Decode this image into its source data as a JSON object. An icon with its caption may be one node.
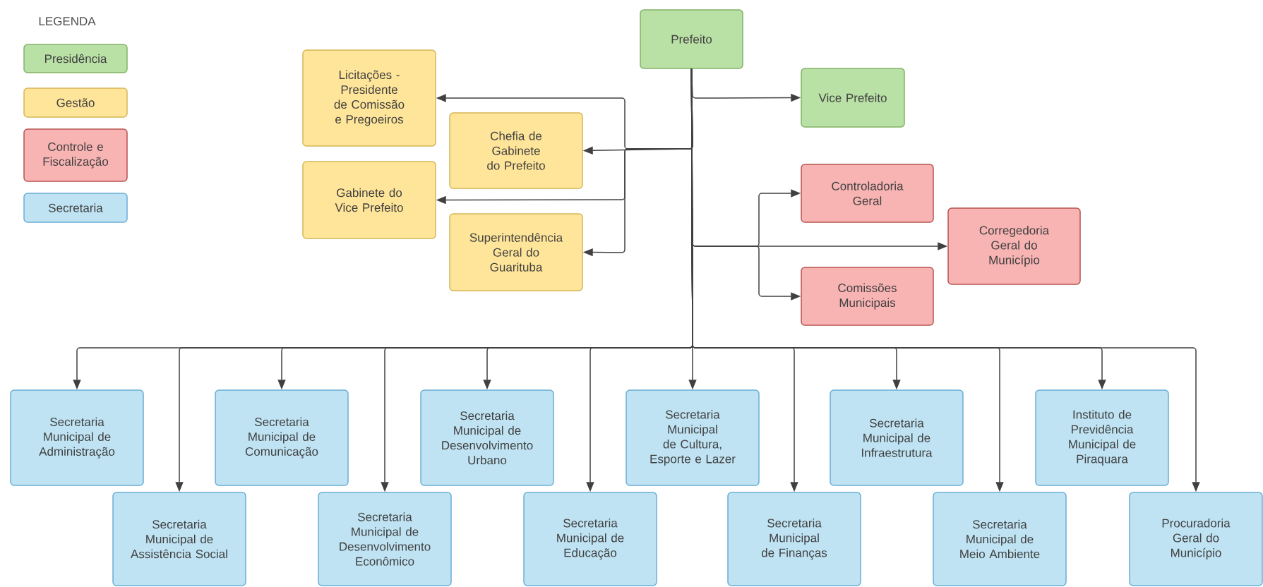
{
  "diagram": {
    "nodes": [
      {
        "text": [
          "Prefeito"
        ]
      },
      {
        "text": [
          "Licitações - Presidente de Comissão e Pregoeiros"
        ]
      },
      {
        "text": [
          "Vice Prefeito"
        ]
      },
      {
        "text": [
          "Chefia de Gabinete do Prefeito"
        ]
      },
      {
        "text": [
          "Gabinete do Vice Prefeito"
        ]
      },
      {
        "text": [
          "Controladoria Geral"
        ]
      },
      {
        "text": [
          "Superintendência Geral do Guarituba"
        ]
      },
      {
        "text": [
          "Corregedoria Geral do Município"
        ]
      },
      {
        "text": [
          "Comissões Municipais"
        ]
      },
      {
        "text": [
          "Secretaria Municipal de Administração"
        ]
      },
      {
        "text": [
          "Secretaria Municipal de Comunicação"
        ]
      },
      {
        "text": [
          "Secretaria Municipal de Desenvolvimento Urbano"
        ]
      },
      {
        "text": [
          "Secretaria Municipal de Cultura, Esporte e Lazer"
        ]
      },
      {
        "text": [
          "Secretaria Municipal de Infraestrutura"
        ]
      },
      {
        "text": [
          "Instituto de Previdência Municipal de Piraquara"
        ]
      },
      {
        "text": [
          "Secretaria Municipal de Assistência Social"
        ]
      },
      {
        "text": [
          "Secretaria Municipal de Desenvolvimento Econômico"
        ]
      },
      {
        "text": [
          "Secretaria Municipal de Educação"
        ]
      },
      {
        "text": [
          "Secretaria Municipal de Finanças"
        ]
      },
      {
        "text": [
          "Secretaria Municipal de Meio Ambiente"
        ]
      },
      {
        "text": [
          "Procuradoria Geral do Município"
        ]
      }
    ],
    "edges": [
      {
        "from": 0,
        "to": 2,
        "arrow": "to"
      },
      {
        "from": 0,
        "to": 1,
        "arrow": "to"
      },
      {
        "from": 0,
        "to": 3,
        "arrow": "to"
      },
      {
        "from": 0,
        "to": 4,
        "arrow": "to"
      },
      {
        "from": 0,
        "to": 6,
        "arrow": "to"
      },
      {
        "from": 0,
        "to": 5,
        "arrow": "to"
      },
      {
        "from": 0,
        "to": 7,
        "arrow": "to"
      },
      {
        "from": 0,
        "to": 8,
        "arrow": "to"
      },
      {
        "from": 0,
        "to": 9,
        "arrow": "to"
      },
      {
        "from": 0,
        "to": 15,
        "arrow": "to"
      },
      {
        "from": 0,
        "to": 10,
        "arrow": "to"
      },
      {
        "from": 0,
        "to": 16,
        "arrow": "to"
      },
      {
        "from": 0,
        "to": 11,
        "arrow": "to"
      },
      {
        "from": 0,
        "to": 17,
        "arrow": "to"
      },
      {
        "from": 0,
        "to": 12,
        "arrow": "to"
      },
      {
        "from": 0,
        "to": 18,
        "arrow": "to"
      },
      {
        "from": 0,
        "to": 13,
        "arrow": "to"
      },
      {
        "from": 0,
        "to": 19,
        "arrow": "to"
      },
      {
        "from": 0,
        "to": 14,
        "arrow": "to"
      },
      {
        "from": 0,
        "to": 20,
        "arrow": "to"
      }
    ],
    "labels": [
      "LEGENDA"
    ],
    "legend": [
      {
        "text": "Presidência",
        "color": "#b9e0a5"
      },
      {
        "text": "Gestão",
        "color": "#ffe599"
      },
      {
        "text": "Controle e Fiscalização",
        "color": "#f8b3b3"
      },
      {
        "text": "Secretaria",
        "color": "#bfe3f3"
      }
    ]
  }
}
